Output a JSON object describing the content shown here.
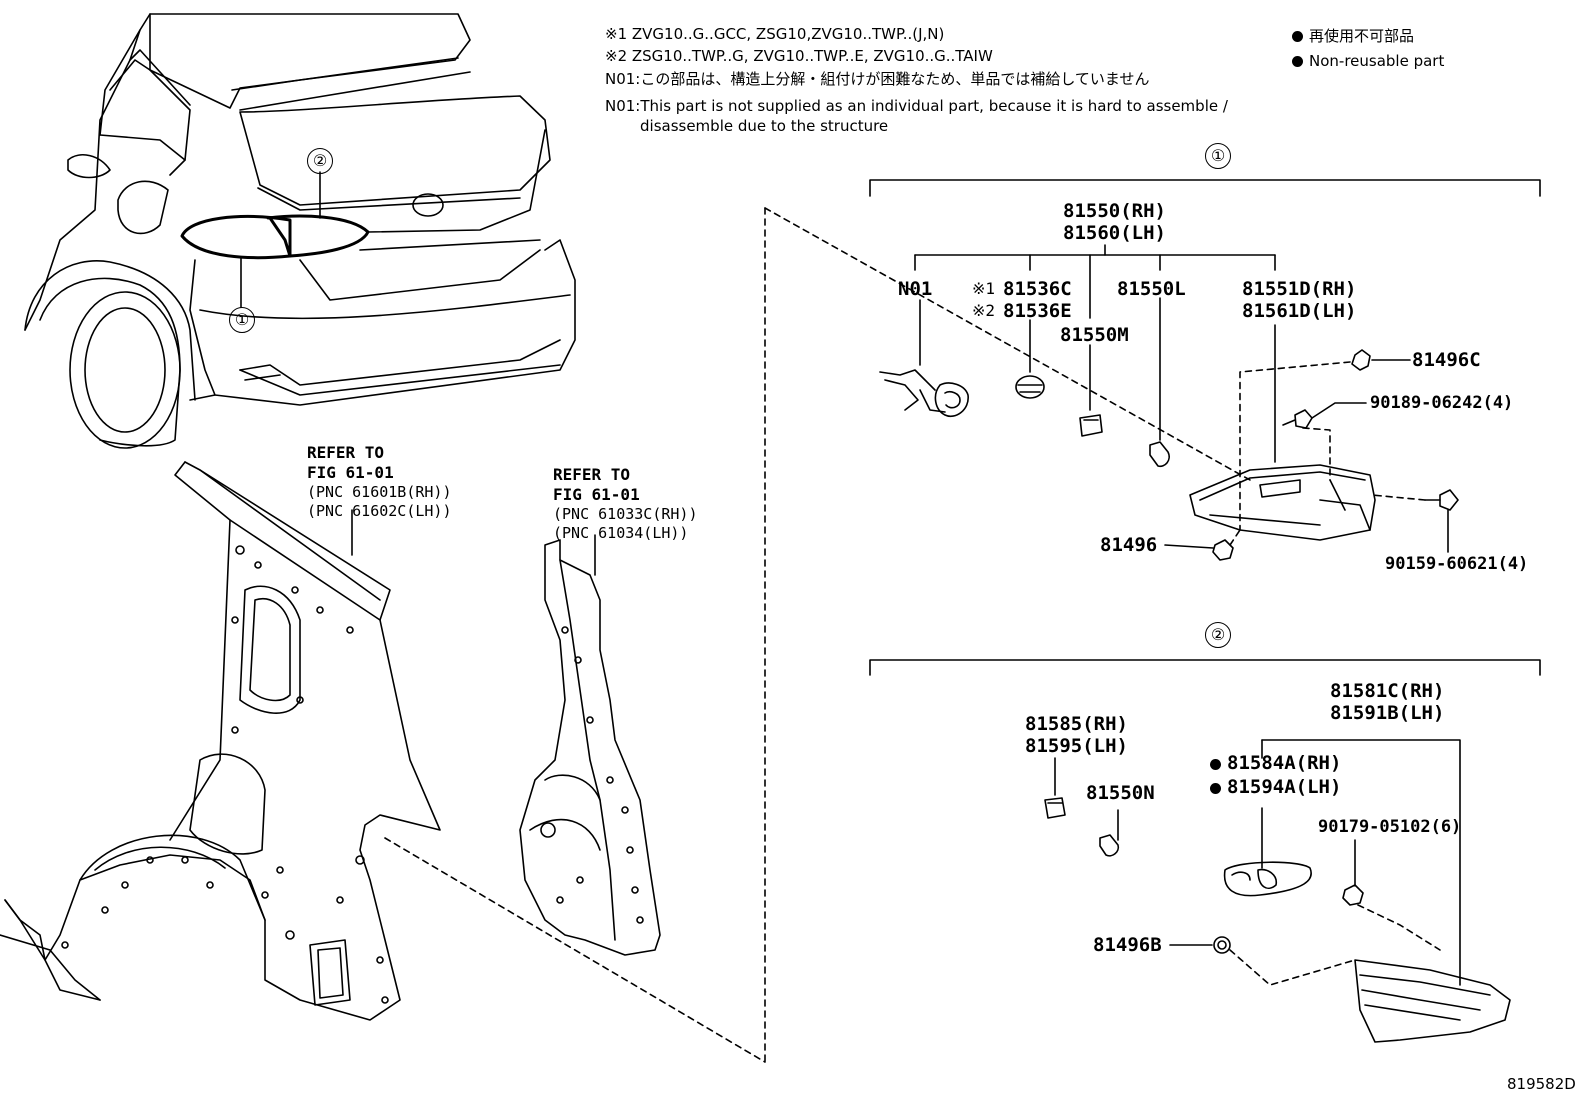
{
  "notes": {
    "n1": "※1 ZVG10..G..GCC, ZSG10,ZVG10..TWP..(J,N)",
    "n2": "※2 ZSG10..TWP..G, ZVG10..TWP..E, ZVG10..G..TAIW",
    "n3": "N01:この部品は、構造上分解・組付けが困難なため、単品では補給していません",
    "n4a": "N01:This part is not supplied as an individual part, because it is hard to assemble /",
    "n4b": "disassemble due to the structure"
  },
  "legend": {
    "jp": "再使用不可部品",
    "en": "Non-reusable part"
  },
  "callouts": {
    "c1": "①",
    "c2": "②"
  },
  "refs": {
    "r1": {
      "line1": "REFER TO",
      "line2": "FIG 61-01",
      "line3": "(PNC 61601B(RH))",
      "line4": "(PNC 61602C(LH))"
    },
    "r2": {
      "line1": "REFER TO",
      "line2": "FIG 61-01",
      "line3": "(PNC 61033C(RH))",
      "line4": "(PNC 61034(LH))"
    }
  },
  "parts": {
    "p81550rh": "81550(RH)",
    "p81560lh": "81560(LH)",
    "n01": "N01",
    "mark1": "※1",
    "mark2": "※2",
    "p81536c": "81536C",
    "p81536e": "81536E",
    "p81550l": "81550L",
    "p81550m": "81550M",
    "p81551d": "81551D(RH)",
    "p81561d": "81561D(LH)",
    "p81496c": "81496C",
    "p90189": "90189-06242(4)",
    "p90159": "90159-60621(4)",
    "p81496": "81496",
    "p81581c": "81581C(RH)",
    "p81591b": "81591B(LH)",
    "p81585": "81585(RH)",
    "p81595": "81595(LH)",
    "p81584a": "81584A(RH)",
    "p81594a": "81594A(LH)",
    "p81550n": "81550N",
    "p90179": "90179-05102(6)",
    "p81496b": "81496B"
  },
  "figure_code": "819582D"
}
